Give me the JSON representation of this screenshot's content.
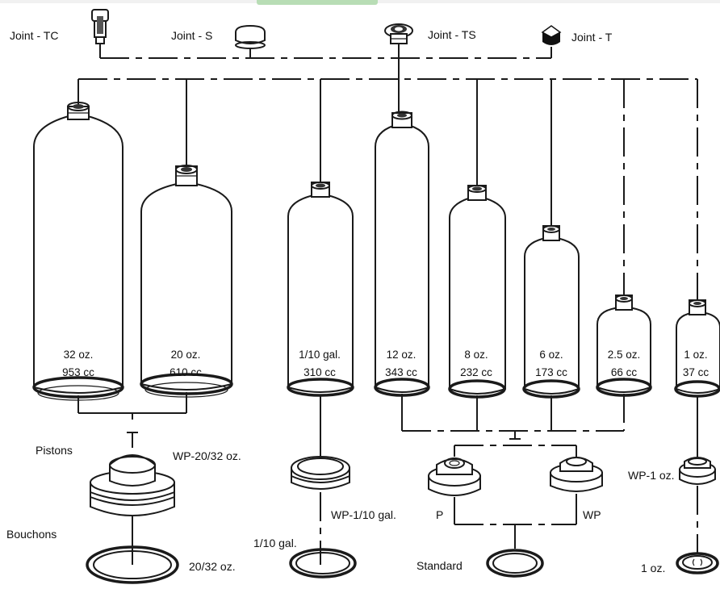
{
  "joints": {
    "tc": "Joint - TC",
    "s": "Joint - S",
    "ts": "Joint - TS",
    "t": "Joint - T"
  },
  "bottles": [
    {
      "size": "32 oz.",
      "volume": "953 cc"
    },
    {
      "size": "20 oz.",
      "volume": "610 cc"
    },
    {
      "size": "1/10 gal.",
      "volume": "310 cc"
    },
    {
      "size": "12 oz.",
      "volume": "343 cc"
    },
    {
      "size": "8 oz.",
      "volume": "232 cc"
    },
    {
      "size": "6 oz.",
      "volume": "173 cc"
    },
    {
      "size": "2.5  oz.",
      "volume": "66 cc"
    },
    {
      "size": "1 oz.",
      "volume": "37 cc"
    }
  ],
  "sections": {
    "pistons": "Pistons",
    "bouchons": "Bouchons"
  },
  "pistons": {
    "wp_20_32": "WP-20/32 oz.",
    "wp_1_10": "WP-1/10  gal.",
    "p": "P",
    "wp": "WP",
    "wp_1": "WP-1 oz."
  },
  "caps": {
    "c_20_32": "20/32 oz.",
    "c_1_10": "1/10 gal.",
    "standard": "Standard",
    "c_1oz": "1 oz."
  }
}
